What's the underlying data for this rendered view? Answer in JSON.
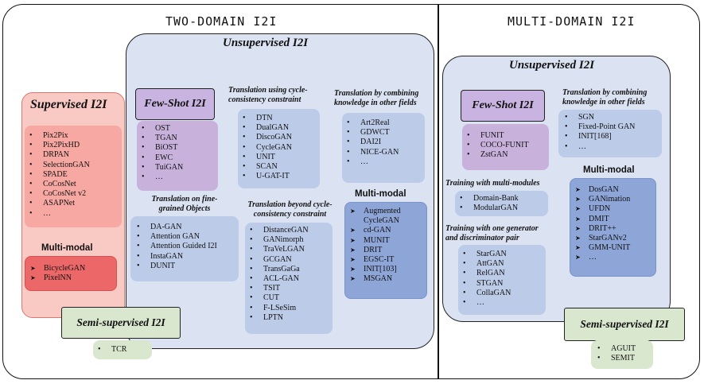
{
  "headings": {
    "two_domain": "TWO-DOMAIN I2I",
    "multi_domain": "MULTI-DOMAIN I2I"
  },
  "two": {
    "unsupervised_title": "Unsupervised I2I",
    "supervised_title": "Supervised I2I",
    "supervised_items": [
      "Pix2Pix",
      "Pix2PixHD",
      "DRPAN",
      "SelectionGAN",
      "SPADE",
      "CoCosNet",
      "CoCosNet v2",
      "ASAPNet",
      "…"
    ],
    "supervised_mm_label": "Multi-modal",
    "supervised_mm_items": [
      "BicycleGAN",
      "PixelNN"
    ],
    "fewshot_label": "Few-Shot I2I",
    "fewshot_items": [
      "OST",
      "TGAN",
      "BiOST",
      "EWC",
      "TuiGAN",
      "…"
    ],
    "finegrained_label": "Translation on fine-grained Objects",
    "finegrained_items": [
      "DA-GAN",
      "Attention GAN",
      "Attention Guided I2I",
      "InstaGAN",
      "DUNIT"
    ],
    "cycle_label": "Translation using cycle-consistency constraint",
    "cycle_items": [
      "DTN",
      "DualGAN",
      "DiscoGAN",
      "CycleGAN",
      "UNIT",
      "SCAN",
      "U-GAT-IT"
    ],
    "beyond_label": "Translation beyond cycle-consistency constraint",
    "beyond_items": [
      "DistanceGAN",
      "GANimorph",
      "TraVeLGAN",
      "GCGAN",
      "TransGaGa",
      "ACL-GAN",
      "TSIT",
      "CUT",
      "F-LSeSim",
      "LPTN"
    ],
    "combine_label": "Translation by combining knowledge in other fields",
    "combine_items": [
      "Art2Real",
      "GDWCT",
      "DAI2I",
      "NICE-GAN",
      "…"
    ],
    "mm_label": "Multi-modal",
    "mm_items": [
      "Augmented",
      "CycleGAN",
      "cd-GAN",
      "MUNIT",
      "DRIT",
      "EGSC-IT",
      "INIT[103]",
      "MSGAN"
    ],
    "semi_label": "Semi-supervised I2I",
    "semi_items": [
      "TCR"
    ]
  },
  "multi": {
    "unsupervised_title": "Unsupervised I2I",
    "fewshot_label": "Few-Shot I2I",
    "fewshot_items": [
      "FUNIT",
      "COCO-FUNIT",
      "ZstGAN"
    ],
    "modules_label": "Training with multi-modules",
    "modules_items": [
      "Domain-Bank",
      "ModularGAN"
    ],
    "onegen_label": "Training with one generator and discriminator pair",
    "onegen_items": [
      "StarGAN",
      "AttGAN",
      "RelGAN",
      "STGAN",
      "CollaGAN",
      "…"
    ],
    "combine_label": "Translation by combining knowledge in other fields",
    "combine_items": [
      "SGN",
      "Fixed-Point GAN",
      "INIT[168]",
      "…"
    ],
    "mm_label": "Multi-modal",
    "mm_items": [
      "DosGAN",
      "GANimation",
      "UFDN",
      "DMIT",
      "DRIT++",
      "StarGANv2",
      "GMM-UNIT",
      "…"
    ],
    "semi_label": "Semi-supervised I2I",
    "semi_items": [
      "AGUIT",
      "SEMIT"
    ]
  }
}
